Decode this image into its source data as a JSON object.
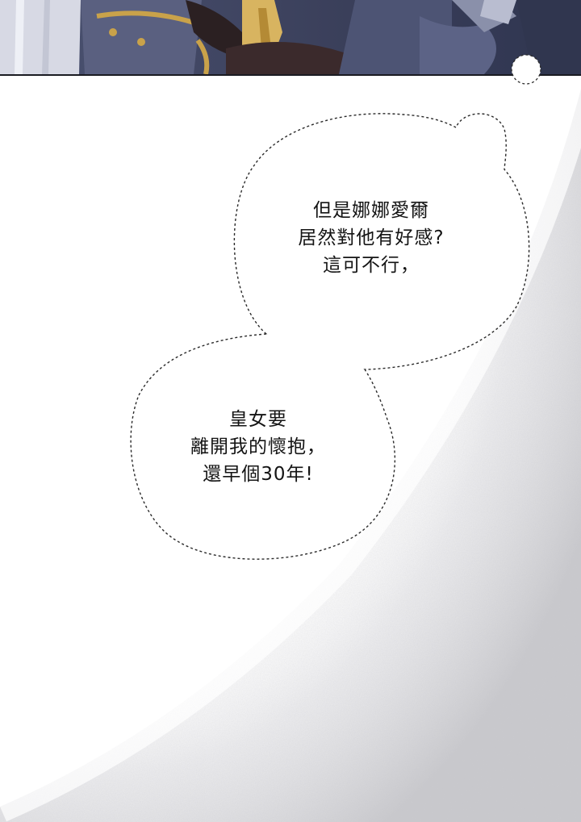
{
  "colors": {
    "panel_background": "#3a3f5a",
    "panel_border": "#1a1b22",
    "bubble_outline": "#2a2a2a",
    "text": "#141414",
    "mist": "#d9d9dc"
  },
  "bubbles": [
    {
      "lines": [
        "但是娜娜愛爾",
        "居然對他有好感?",
        "這可不行，"
      ]
    },
    {
      "lines": [
        "皇女要",
        "離開我的懷抱，",
        "還早個30年!"
      ]
    }
  ]
}
